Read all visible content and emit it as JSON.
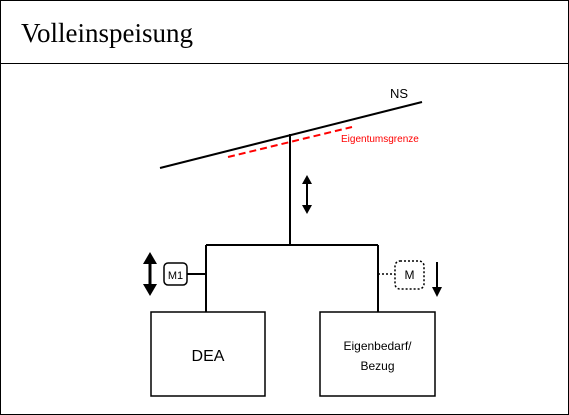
{
  "header": {
    "title": "Volleinspeisung"
  },
  "diagram": {
    "grid_label": "NS",
    "boundary_label": "Eigentumsgrenze",
    "meter_generation_label": "M1",
    "meter_consumption_label": "M",
    "generator_label": "DEA",
    "consumer_label_line1": "Eigenbedarf/",
    "consumer_label_line2": "Bezug",
    "colors": {
      "boundary": "#ff0000",
      "lines": "#000000"
    }
  }
}
